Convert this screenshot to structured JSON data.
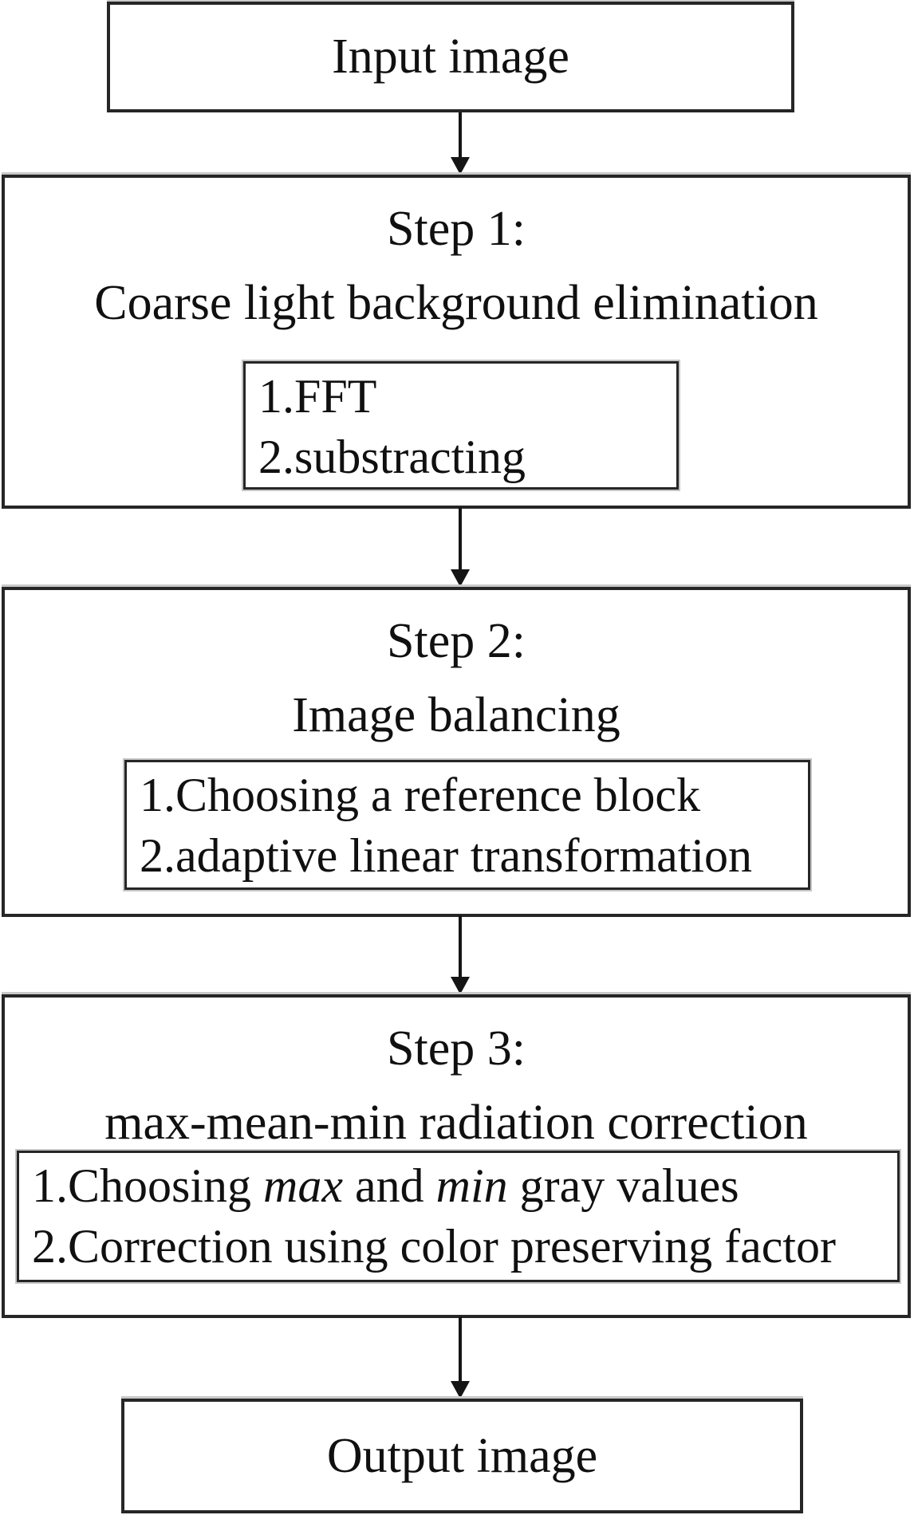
{
  "colors": {
    "background": "#ffffff",
    "border": "#262626",
    "halo": "#c9c9c9",
    "text": "#101010",
    "arrow": "#151515"
  },
  "flowchart": {
    "nodes": {
      "input": {
        "label": "Input image"
      },
      "step1": {
        "title": "Step 1:",
        "subtitle": "Coarse light background elimination",
        "substeps": [
          [
            {
              "text": "1.FFT"
            }
          ],
          [
            {
              "text": "2.substracting"
            }
          ]
        ]
      },
      "step2": {
        "title": "Step 2:",
        "subtitle": "Image balancing",
        "substeps": [
          [
            {
              "text": "1.Choosing a reference block"
            }
          ],
          [
            {
              "text": "2.adaptive linear transformation"
            }
          ]
        ]
      },
      "step3": {
        "title": "Step 3:",
        "subtitle": "max-mean-min radiation correction",
        "substeps": [
          [
            {
              "text": "1.Choosing "
            },
            {
              "text": "max",
              "italic": true
            },
            {
              "text": " and "
            },
            {
              "text": "min",
              "italic": true
            },
            {
              "text": " gray values"
            }
          ],
          [
            {
              "text": "2.Correction using color preserving factor"
            }
          ]
        ]
      },
      "output": {
        "label": "Output image"
      }
    },
    "connections": [
      {
        "from": "input",
        "to": "step1"
      },
      {
        "from": "step1",
        "to": "step2"
      },
      {
        "from": "step2",
        "to": "step3"
      },
      {
        "from": "step3",
        "to": "output"
      }
    ]
  }
}
